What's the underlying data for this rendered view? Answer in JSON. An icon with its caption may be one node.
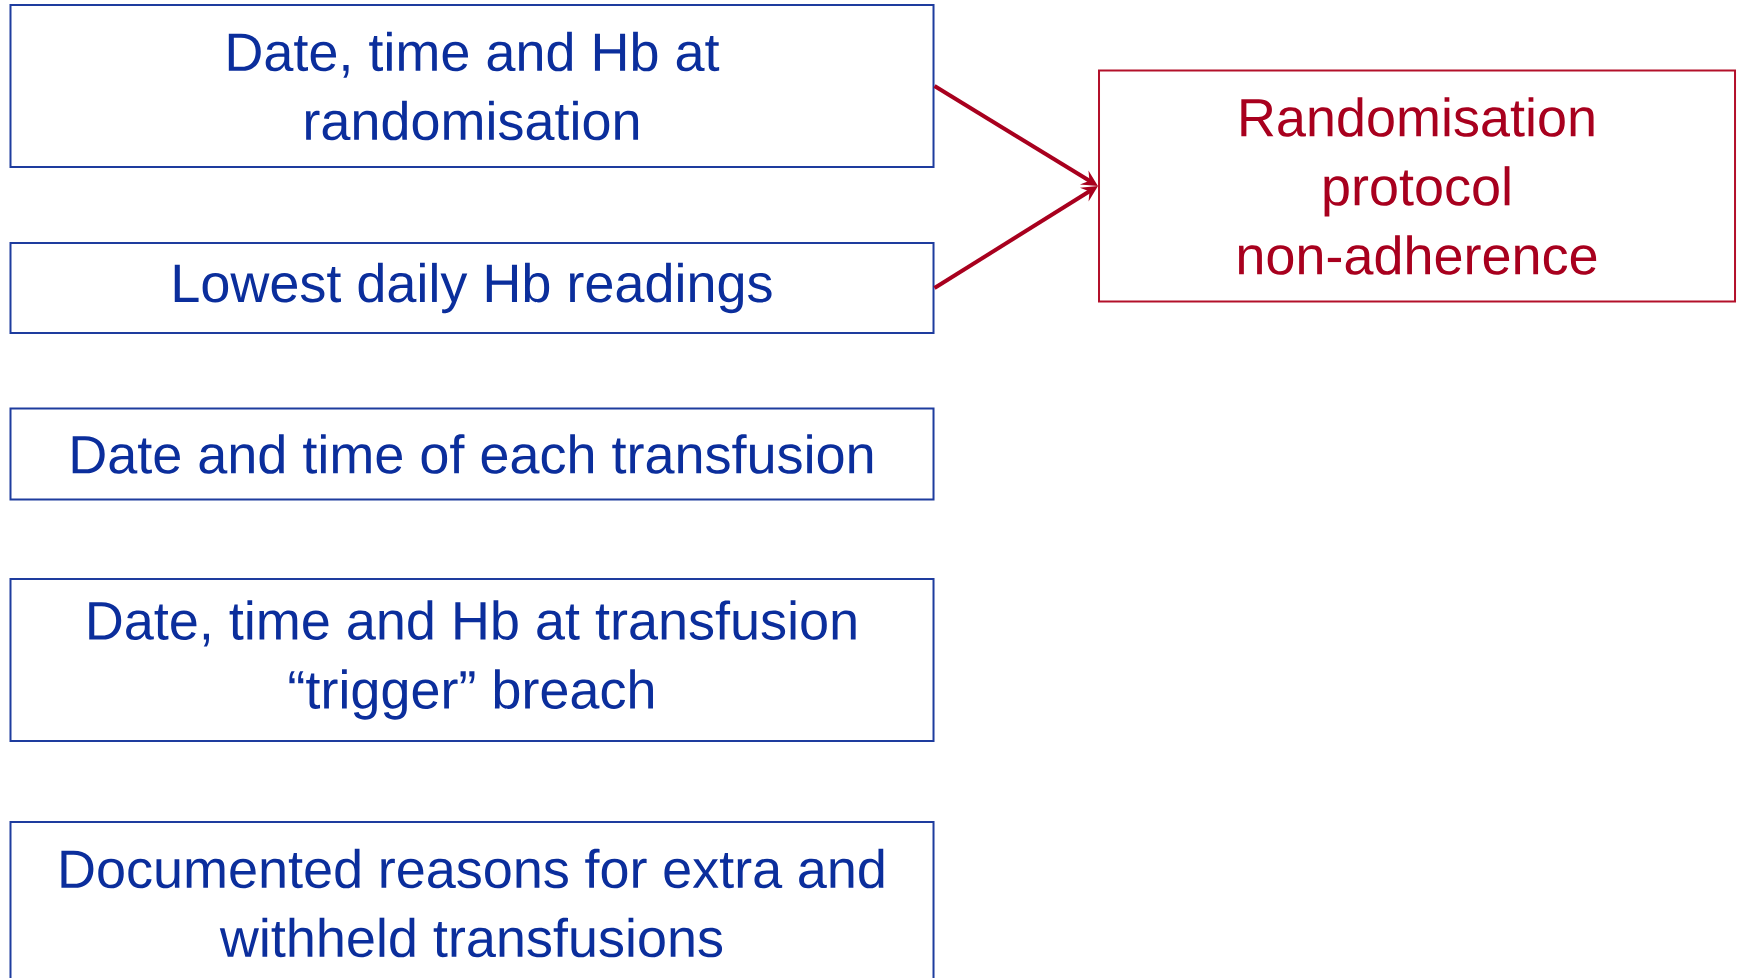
{
  "diagram": {
    "nodes": [
      {
        "text": [
          "Date, time and Hb at randomisation"
        ]
      },
      {
        "text": [
          "Lowest daily Hb readings"
        ]
      },
      {
        "text": [
          "Date and time of each transfusion"
        ]
      },
      {
        "text": [
          "Date, time and Hb at transfusion “trigger” breach"
        ]
      },
      {
        "text": [
          "Documented reasons for extra and withheld transfusions"
        ]
      },
      {
        "text": [
          "Randomisation protocol non-adherence"
        ]
      }
    ],
    "edges": [
      {
        "from": 0,
        "to": 5,
        "arrow": "to"
      },
      {
        "from": 1,
        "to": 5,
        "arrow": "to"
      }
    ]
  }
}
